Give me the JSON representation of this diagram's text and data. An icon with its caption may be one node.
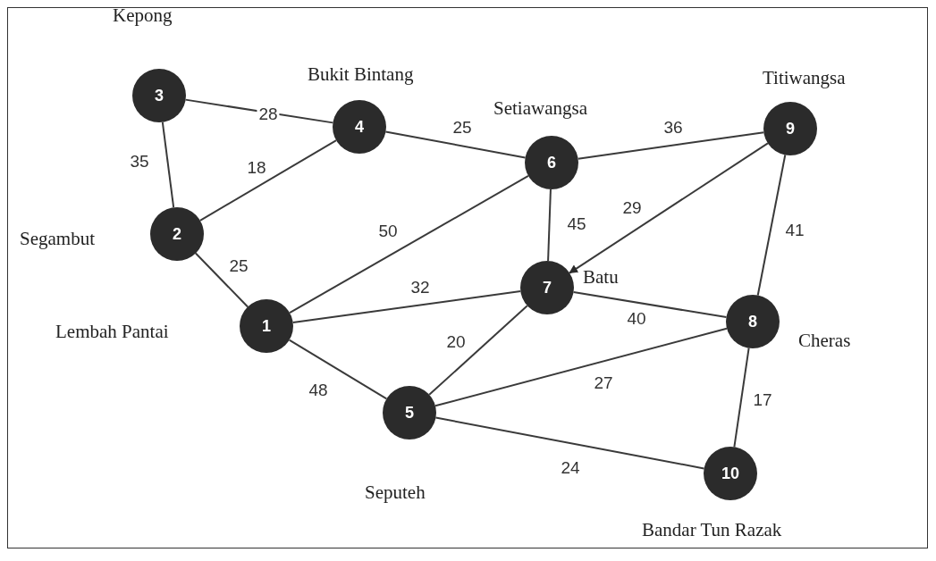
{
  "diagram": {
    "nodes": [
      {
        "text": [
          "1"
        ],
        "beside": [
          "Lembah Pantai"
        ]
      },
      {
        "text": [
          "2"
        ],
        "beside": [
          "Segambut"
        ]
      },
      {
        "text": [
          "3"
        ],
        "beside": [
          "Kepong"
        ]
      },
      {
        "text": [
          "4"
        ],
        "beside": [
          "Bukit Bintang"
        ]
      },
      {
        "text": [
          "5"
        ],
        "beside": [
          "Seputeh"
        ]
      },
      {
        "text": [
          "6"
        ],
        "beside": [
          "Setiawangsa"
        ]
      },
      {
        "text": [
          "7"
        ],
        "beside": [
          "Batu"
        ]
      },
      {
        "text": [
          "8"
        ],
        "beside": [
          "Cheras"
        ]
      },
      {
        "text": [
          "9"
        ],
        "beside": [
          "Titiwangsa"
        ]
      },
      {
        "text": [
          "10"
        ],
        "beside": [
          "Bandar Tun Razak"
        ]
      }
    ],
    "edges": [
      {
        "from": 2,
        "to": 3,
        "label": "28",
        "arrow": "none"
      },
      {
        "from": 2,
        "to": 1,
        "label": "35",
        "arrow": "none"
      },
      {
        "from": 1,
        "to": 3,
        "label": "18",
        "arrow": "none"
      },
      {
        "from": 3,
        "to": 5,
        "label": "25",
        "arrow": "none"
      },
      {
        "from": 5,
        "to": 8,
        "label": "36",
        "arrow": "none"
      },
      {
        "from": 1,
        "to": 0,
        "label": "25",
        "arrow": "none"
      },
      {
        "from": 0,
        "to": 5,
        "label": "50",
        "arrow": "none"
      },
      {
        "from": 5,
        "to": 6,
        "label": "45",
        "arrow": "none"
      },
      {
        "from": 8,
        "to": 6,
        "label": "29",
        "arrow": "to"
      },
      {
        "from": 0,
        "to": 6,
        "label": "32",
        "arrow": "none"
      },
      {
        "from": 6,
        "to": 7,
        "label": "40",
        "arrow": "none"
      },
      {
        "from": 8,
        "to": 7,
        "label": "41",
        "arrow": "none"
      },
      {
        "from": 0,
        "to": 4,
        "label": "48",
        "arrow": "none"
      },
      {
        "from": 4,
        "to": 6,
        "label": "20",
        "arrow": "none"
      },
      {
        "from": 4,
        "to": 7,
        "label": "27",
        "arrow": "none"
      },
      {
        "from": 7,
        "to": 9,
        "label": "17",
        "arrow": "none"
      },
      {
        "from": 4,
        "to": 9,
        "label": "24",
        "arrow": "none"
      }
    ]
  }
}
